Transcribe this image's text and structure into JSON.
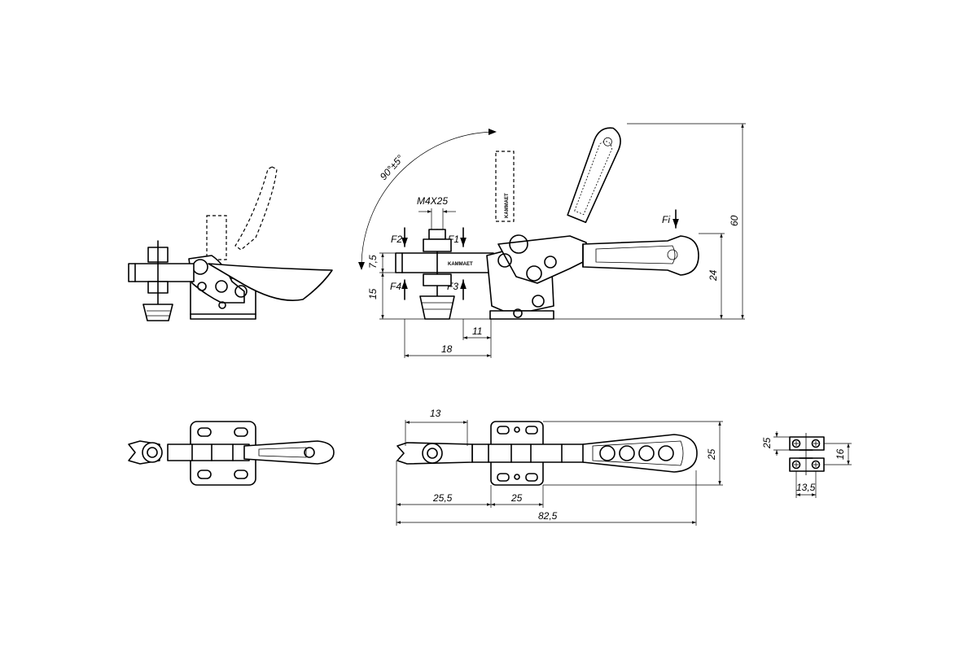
{
  "labels": {
    "angle": "90°±5°",
    "thread": "M4X25",
    "f1": "F1",
    "f2": "F2",
    "f3": "F3",
    "f4": "F4",
    "fi": "Fi",
    "brand": "KAMMAET"
  },
  "dims": {
    "d7_5": "7,5",
    "d15": "15",
    "d24": "24",
    "d60": "60",
    "d11": "11",
    "d18": "18",
    "d13": "13",
    "d25_5": "25,5",
    "d25_bottom": "25",
    "d82_5": "82,5",
    "d25_right": "25",
    "d25_small": "25",
    "d16": "16",
    "d13_5": "13,5"
  }
}
